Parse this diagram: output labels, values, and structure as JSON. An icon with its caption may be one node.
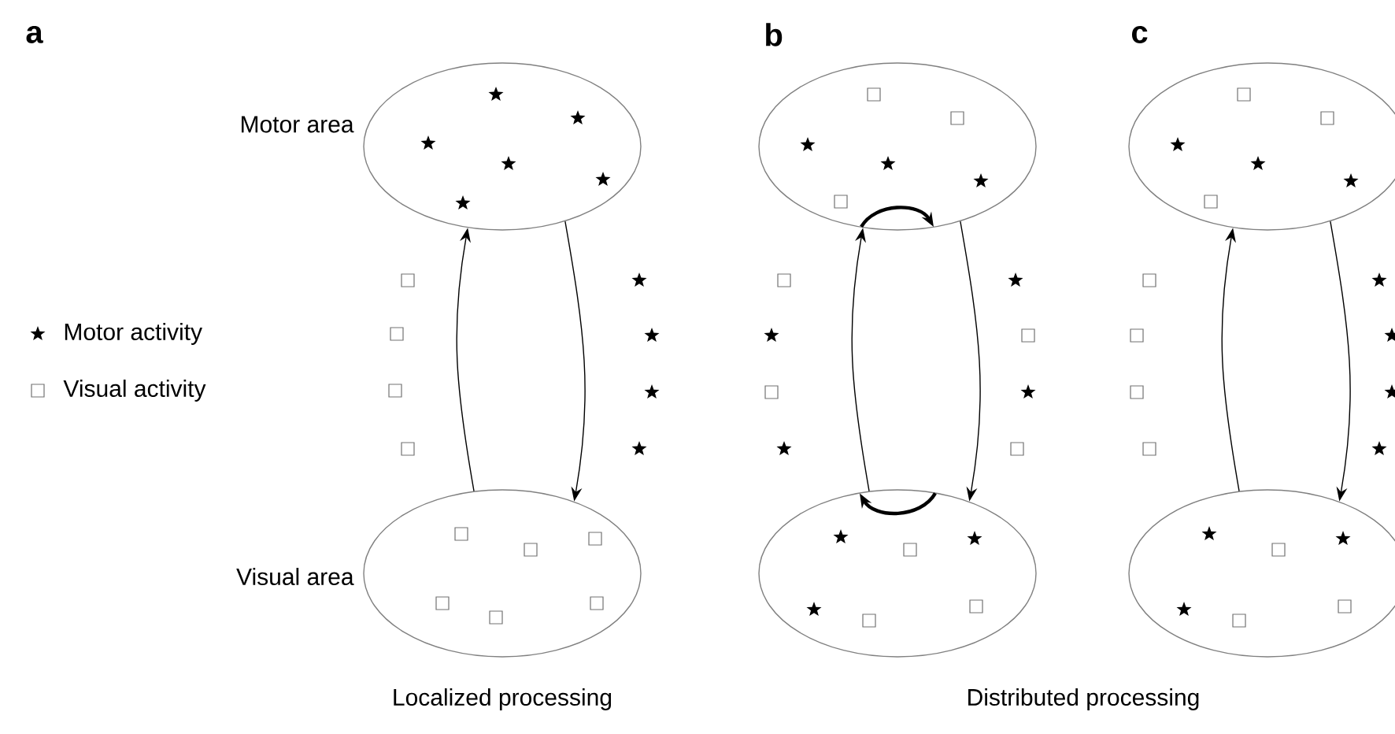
{
  "diagram": {
    "nodes": [
      {
        "text": [],
        "shape": "ellipse",
        "beside": [
          "Motor area"
        ]
      },
      {
        "text": [],
        "shape": "ellipse",
        "beside": [
          "Visual area"
        ]
      },
      {
        "text": [],
        "shape": "ellipse"
      },
      {
        "text": [],
        "shape": "ellipse"
      },
      {
        "text": [],
        "shape": "ellipse"
      },
      {
        "text": [],
        "shape": "ellipse"
      }
    ],
    "edges": [
      {
        "from": 1,
        "to": 0,
        "arrow": "to"
      },
      {
        "from": 0,
        "to": 1,
        "arrow": "to"
      },
      {
        "from": 3,
        "to": 2,
        "arrow": "to"
      },
      {
        "from": 2,
        "to": 3,
        "arrow": "to"
      },
      {
        "from": 2,
        "to": 2,
        "arrow": "to",
        "style": "thick"
      },
      {
        "from": 3,
        "to": 3,
        "arrow": "to",
        "style": "thick"
      },
      {
        "from": 5,
        "to": 4,
        "arrow": "to"
      },
      {
        "from": 4,
        "to": 5,
        "arrow": "to"
      }
    ],
    "labels": [
      "a",
      "b",
      "c",
      "Localized processing",
      "Distributed processing"
    ],
    "legend": [
      {
        "text": "Motor activity"
      },
      {
        "text": "Visual activity"
      }
    ]
  }
}
